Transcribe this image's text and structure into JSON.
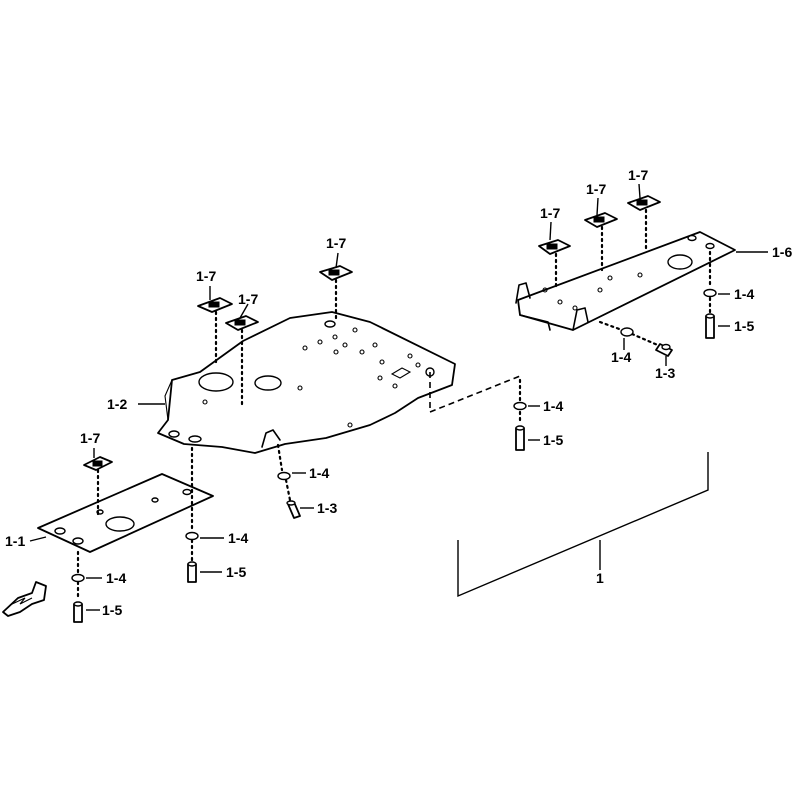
{
  "callouts": {
    "p1": "1",
    "p1_1": "1-1",
    "p1_2": "1-2",
    "p1_3": "1-3",
    "p1_4": "1-4",
    "p1_5": "1-5",
    "p1_6": "1-6",
    "p1_7": "1-7"
  },
  "colors": {
    "line": "#000000",
    "background": "#ffffff"
  }
}
